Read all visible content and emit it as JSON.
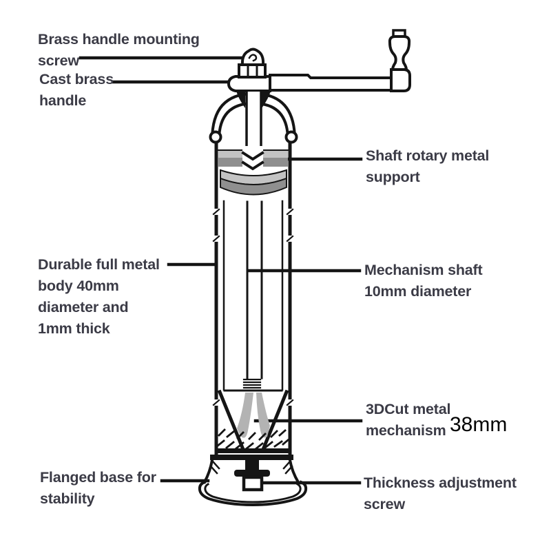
{
  "diagram": {
    "labels": {
      "handle_mounting_screw": "Brass handle mounting\nscrew",
      "cast_brass_handle": "Cast brass\nhandle",
      "shaft_rotary_support": "Shaft rotary metal\nsupport",
      "metal_body": "Durable full metal\nbody 40mm\ndiameter and\n1mm thick",
      "mechanism_shaft": "Mechanism shaft\n10mm diameter",
      "cut_mechanism": "3DCut metal\nmechanism",
      "mechanism_size": "38mm",
      "flanged_base": "Flanged base for\nstability",
      "thickness_adjustment_screw": "Thickness adjustment\nscrew"
    },
    "colors": {
      "label_text": "#3b3b46",
      "line": "#151515",
      "gray_light": "#c3c3c3",
      "gray_dark": "#8f8f8f",
      "gray_blade": "#b3b3b3",
      "background": "#ffffff"
    }
  }
}
